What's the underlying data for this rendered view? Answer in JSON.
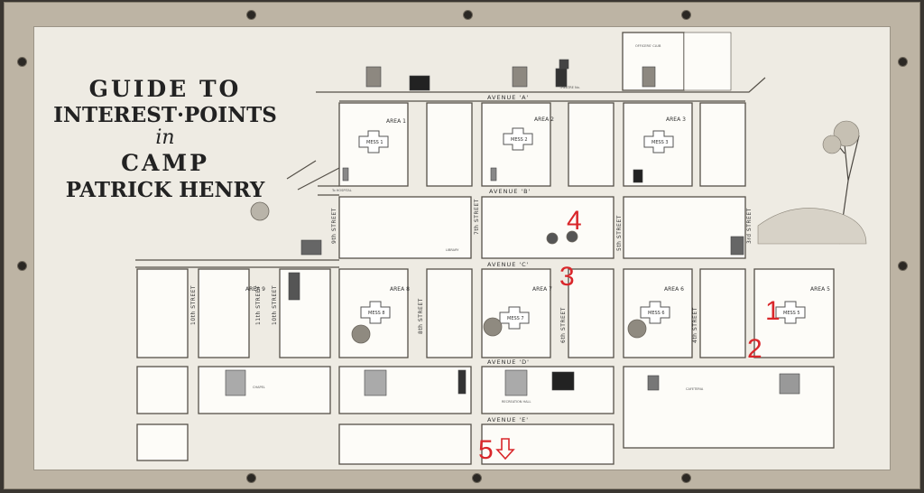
{
  "title": {
    "line1": "GUIDE TO",
    "line2": "INTEREST·POINTS",
    "line3": "in",
    "line4": "CAMP",
    "line5": "PATRICK HENRY"
  },
  "avenues": [
    "AVENUE 'A'",
    "AVENUE 'B'",
    "AVENUE 'C'",
    "AVENUE 'D'",
    "AVENUE 'E'"
  ],
  "streets": [
    "10th STREET",
    "11th STREET",
    "10th STREET",
    "9th STREET",
    "8th STREET",
    "7th STREET",
    "6th STREET",
    "5th STREET",
    "4th STREET",
    "3rd STREET"
  ],
  "areas": [
    "AREA 1",
    "AREA 2",
    "AREA 3",
    "AREA 5",
    "AREA 6",
    "AREA 7",
    "AREA 8",
    "AREA 9"
  ],
  "mess_labels": [
    "MESS 1",
    "MESS 2",
    "MESS 3",
    "MESS 5",
    "MESS 6",
    "MESS 7",
    "MESS 8"
  ],
  "markers": [
    "1",
    "2",
    "3",
    "4",
    "5"
  ],
  "place_labels": {
    "officers_club": "OFFICERS' CLUB",
    "hospital": "To HOSPITAL",
    "chapel": "CHAPEL",
    "cafeteria": "CAFETERIA",
    "library": "LIBRARY",
    "theatre": "THEATRE No.",
    "recreation": "RECREATION HALL"
  },
  "colors": {
    "board": "#eeebe3",
    "frame": "#bdb4a4",
    "ink": "#555048",
    "marker_red": "#d9262a"
  }
}
